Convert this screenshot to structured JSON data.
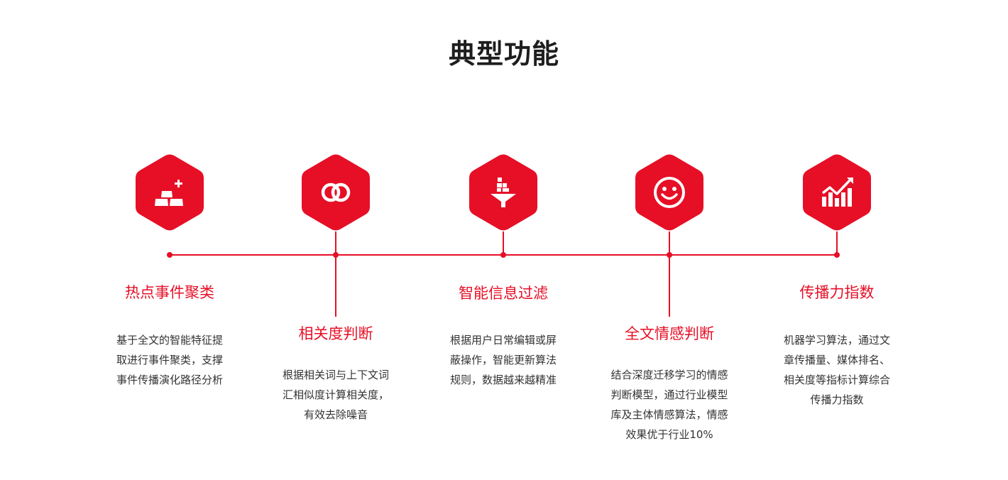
{
  "title": "典型功能",
  "colors": {
    "accent": "#e60f26",
    "title": "#1e1e1e",
    "text": "#333333"
  },
  "features": [
    {
      "icon": "gold-bars-plus-icon",
      "title": "热点事件聚类",
      "desc": [
        "基于全文的智能特征提",
        "取进行事件聚类，支撑",
        "事件传播演化路径分析"
      ]
    },
    {
      "icon": "interlinked-rings-icon",
      "title": "相关度判断",
      "desc": [
        "根据相关词与上下文词",
        "汇相似度计算相关度，",
        "有效去除噪音"
      ]
    },
    {
      "icon": "funnel-filter-icon",
      "title": "智能信息过滤",
      "desc": [
        "根据用户日常编辑或屏",
        "蔽操作，智能更新算法",
        "规则，数据越来越精准"
      ]
    },
    {
      "icon": "smiley-face-icon",
      "title": "全文情感判断",
      "desc": [
        "结合深度迁移学习的情感",
        "判断模型，通过行业模型",
        "库及主体情感算法，情感",
        "效果优于行业10%"
      ]
    },
    {
      "icon": "growth-chart-icon",
      "title": "传播力指数",
      "desc": [
        "机器学习算法，通过文",
        "章传播量、媒体排名、",
        "相关度等指标计算综合",
        "传播力指数"
      ]
    }
  ]
}
